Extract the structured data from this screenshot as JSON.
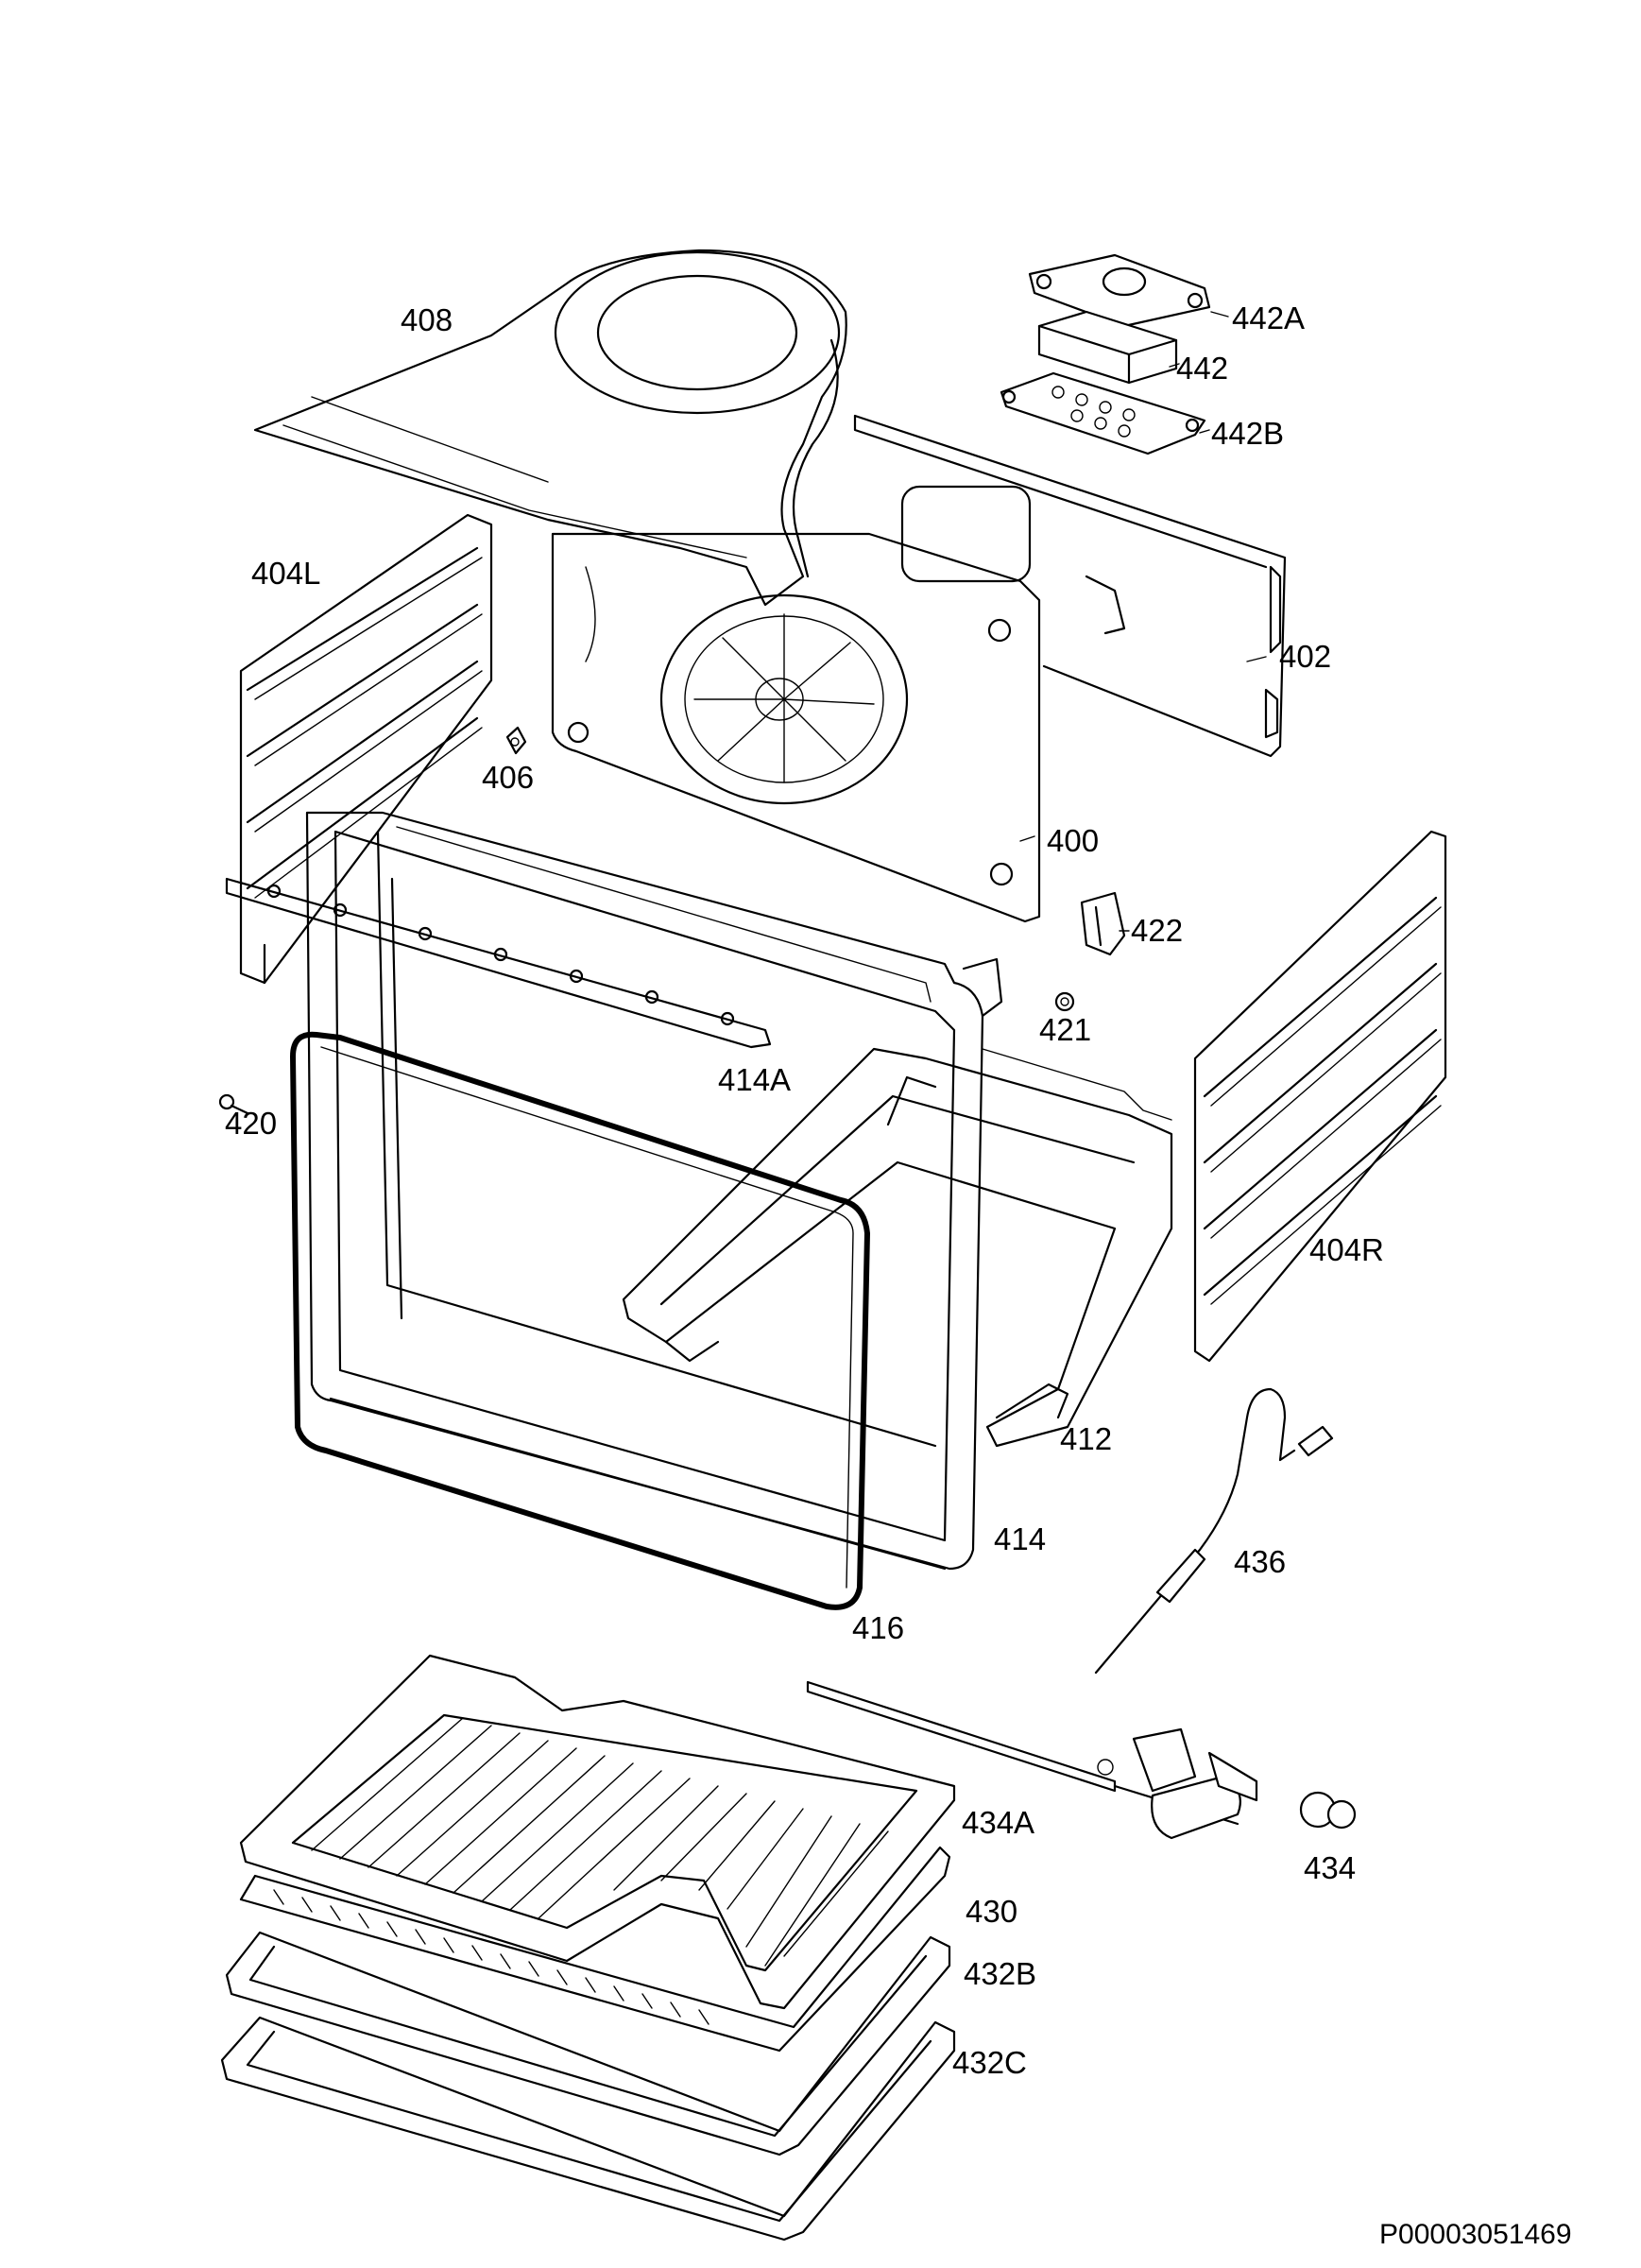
{
  "labels": {
    "p408": "408",
    "p442A": "442A",
    "p442": "442",
    "p442B": "442B",
    "p404L": "404L",
    "p402": "402",
    "p406": "406",
    "p400": "400",
    "p422": "422",
    "p421": "421",
    "p414A": "414A",
    "p420": "420",
    "p404R": "404R",
    "p412": "412",
    "p414": "414",
    "p436": "436",
    "p416": "416",
    "p434A": "434A",
    "p434": "434",
    "p430": "430",
    "p432B": "432B",
    "p432C": "432C"
  },
  "document_code": "P00003051469"
}
